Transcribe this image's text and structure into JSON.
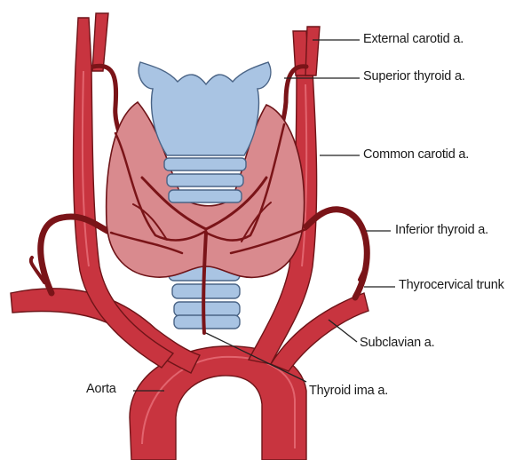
{
  "labels": {
    "external_carotid": "External carotid a.",
    "superior_thyroid": "Superior thyroid a.",
    "common_carotid": "Common carotid a.",
    "inferior_thyroid": "Inferior thyroid a.",
    "thyrocervical_trunk": "Thyrocervical trunk",
    "subclavian": "Subclavian a.",
    "aorta": "Aorta",
    "thyroid_ima": "Thyroid ima a."
  },
  "colors": {
    "artery": "#c8343f",
    "thyroid_gland": "#d98a8e",
    "cartilage": "#a9c4e3"
  }
}
